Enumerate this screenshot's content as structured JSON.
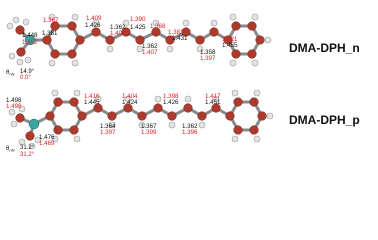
{
  "colors": {
    "carbon": "#ad3a2c",
    "nitrogen": "#3aa6a3",
    "hydrogen": "#e4e4e4",
    "bond": "#888888",
    "label_black": "#111111",
    "label_red": "#e21b23"
  },
  "molecules": [
    {
      "name": "DMA-DPH_n",
      "angle_symbol": "θ",
      "angle_subscript": "nN",
      "angle_1": "14.9°",
      "angle_2": "0.0°",
      "bonds": [
        {
          "black": "1.448",
          "red": "1.452"
        },
        {
          "black": "",
          "red": "1.367"
        },
        {
          "black": "1.381",
          "red": ""
        },
        {
          "black": "",
          "red": "1.409"
        },
        {
          "black": "1.426",
          "red": ""
        },
        {
          "black": "",
          "red": "1.390"
        },
        {
          "black": "1.362",
          "red": "1.406"
        },
        {
          "black": "1.425",
          "red": "1.368"
        },
        {
          "black": "1.362",
          "red": "1.407"
        },
        {
          "black": "1.431",
          "red": "1.381"
        },
        {
          "black": "1.358",
          "red": "1.397"
        },
        {
          "black": "1.455",
          "red": "1.421"
        }
      ]
    },
    {
      "name": "DMA-DPH_p",
      "angle_symbol": "θ",
      "angle_subscript": "nN",
      "angle_1": "31.2°",
      "angle_2": "31.2°",
      "bonds": [
        {
          "black": "1.498",
          "red": "1.498"
        },
        {
          "black": "1.476",
          "red": "1.469"
        },
        {
          "black": "1.445",
          "red": "1.416"
        },
        {
          "black": "1.364",
          "red": "1.397"
        },
        {
          "black": "1.424",
          "red": "1.404"
        },
        {
          "black": "1.367",
          "red": "1.399"
        },
        {
          "black": "1.426",
          "red": "1.398"
        },
        {
          "black": "1.362",
          "red": "1.396"
        },
        {
          "black": "1.451",
          "red": "1.417"
        }
      ]
    }
  ]
}
